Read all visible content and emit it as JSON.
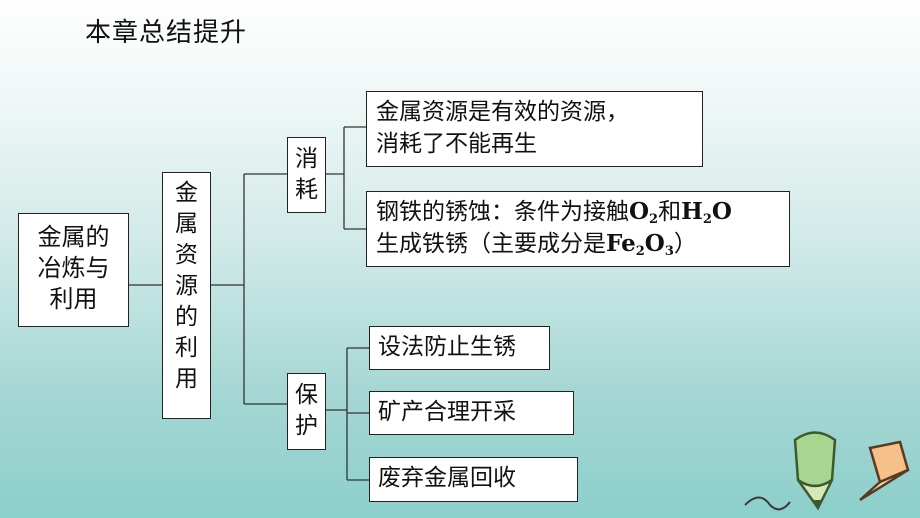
{
  "title": "本章总结提升",
  "root": {
    "lines": [
      "金属的",
      "冶炼与",
      "利用"
    ]
  },
  "level1": {
    "chars": [
      "金",
      "属",
      "资",
      "源",
      "的",
      "利",
      "用"
    ]
  },
  "branch_consume": {
    "chars": [
      "消",
      "耗"
    ]
  },
  "branch_protect": {
    "chars": [
      "保",
      "护"
    ]
  },
  "consume_items": {
    "item1_line1": "金属资源是有效的资源，",
    "item1_line2": "消耗了不能再生",
    "item2_prefix": "钢铁的锈蚀：条件为接触",
    "o_letter": "O",
    "o_sub": "2",
    "and_word": "和",
    "h_letter": "H",
    "h_sub": "2",
    "o2_letter": "O",
    "item2_line2_prefix": "生成铁锈（主要成分是",
    "fe_letter": "Fe",
    "fe_sub": "2",
    "ox_letter": "O",
    "ox_sub": "3",
    "item2_close": "）"
  },
  "protect_items": [
    "设法防止生锈",
    "矿产合理开采",
    "废弃金属回收"
  ],
  "colors": {
    "line": "#333333",
    "box_border": "#222222",
    "pencil_green": "#9ccf8a",
    "pencil_orange": "#f2b27a"
  }
}
